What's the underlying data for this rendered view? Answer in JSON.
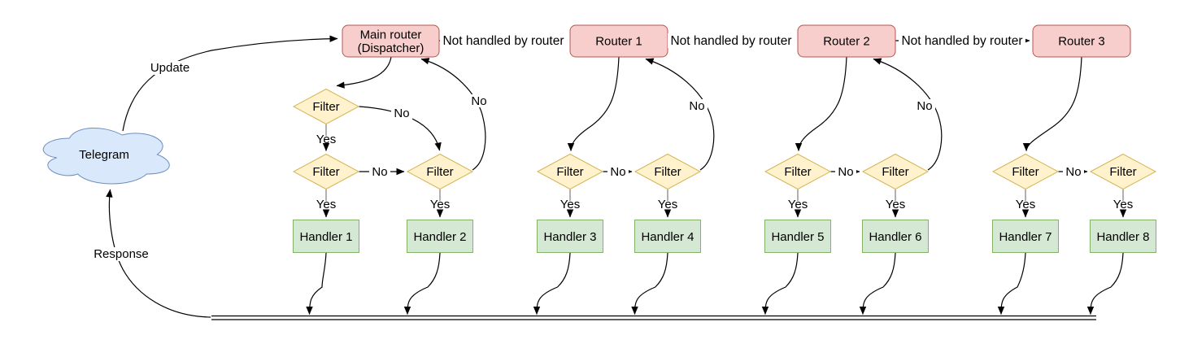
{
  "diagram": {
    "cloud_label": "Telegram",
    "update_label": "Update",
    "response_label": "Response",
    "main_router_line1": "Main router",
    "main_router_line2": "(Dispatcher)",
    "router1_label": "Router 1",
    "router2_label": "Router 2",
    "router3_label": "Router 3",
    "not_handled_label": "Not handled by router",
    "filter_label": "Filter",
    "yes_label": "Yes",
    "no_label": "No",
    "handlers": [
      "Handler 1",
      "Handler 2",
      "Handler 3",
      "Handler 4",
      "Handler 5",
      "Handler 6",
      "Handler 7",
      "Handler 8"
    ],
    "colors": {
      "cloud_fill": "#dae8fc",
      "cloud_stroke": "#6c8ebf",
      "router_fill": "#f8cecc",
      "router_stroke": "#b85450",
      "filter_fill": "#fff2cc",
      "filter_stroke": "#d6b656",
      "handler_fill": "#d5e8d4",
      "handler_stroke": "#82b366",
      "edge": "#000000"
    }
  }
}
